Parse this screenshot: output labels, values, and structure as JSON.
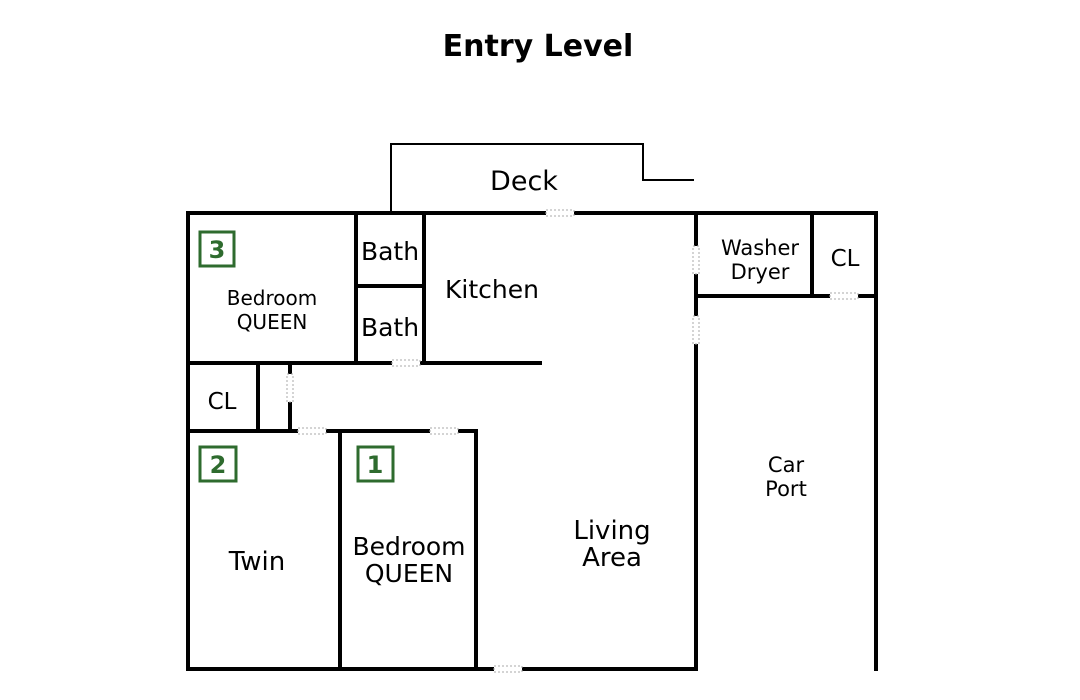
{
  "title": "Entry Level",
  "colors": {
    "walls": "#000000",
    "badge": "#2e6b2e",
    "door": "#aaaaaa"
  },
  "areas": {
    "deck": "Deck",
    "bath_top": "Bath",
    "bath_bottom": "Bath",
    "kitchen": "Kitchen",
    "washer": "Washer",
    "dryer": "Dryer",
    "cl_top_right": "CL",
    "bedroom3_line1": "Bedroom",
    "bedroom3_line2": "QUEEN",
    "cl_left": "CL",
    "twin": "Twin",
    "bedroom1_line1": "Bedroom",
    "bedroom1_line2": "QUEEN",
    "living_line1": "Living",
    "living_line2": "Area",
    "carport_line1": "Car",
    "carport_line2": "Port"
  },
  "badges": {
    "bedroom3": "3",
    "bedroom2": "2",
    "bedroom1": "1"
  }
}
